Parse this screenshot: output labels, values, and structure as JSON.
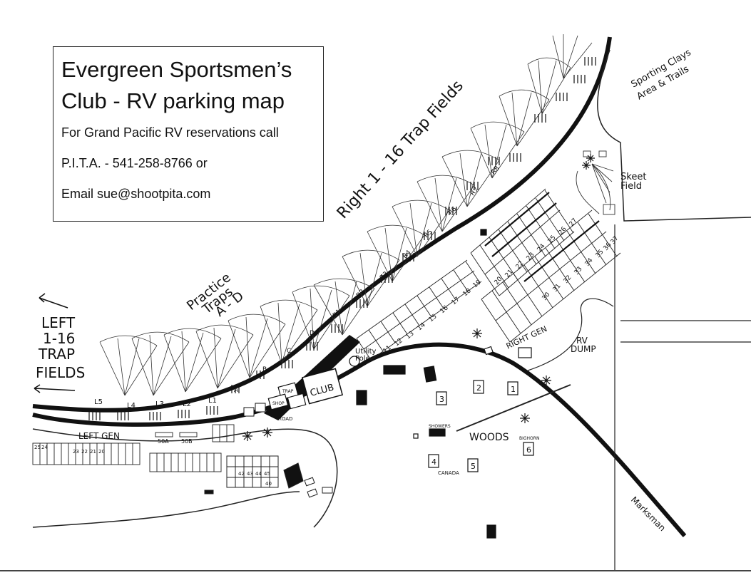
{
  "title": {
    "line1": "Evergreen Sportsmen’s",
    "line2": "Club - RV parking map",
    "info1": "For Grand Pacific RV reservations call",
    "info2": "P.I.T.A. - 541-258-8766 or",
    "info3": "Email sue@shootpita.com"
  },
  "labels": {
    "right_trap": "Right 1 - 16 Trap Fields",
    "practice1": "Practice",
    "practice2": "Traps",
    "practice3": "A - D",
    "left1": "LEFT",
    "left2": "1-16",
    "left3": "TRAP",
    "left4": "FIELDS",
    "sporting1": "Sporting Clays",
    "sporting2": "Area & Trails",
    "skeet1": "Skeet",
    "skeet2": "Field",
    "rv1": "RV",
    "rv2": "DUMP",
    "right_gen": "RIGHT GEN",
    "left_gen": "LEFT GEN",
    "utility1": "Utility",
    "utility2": "Pole",
    "club": "CLUB",
    "woods": "WOODS",
    "showers": "SHOWERS",
    "bighorn": "BIGHORN",
    "canada": "CANADA",
    "marksman": "Marksman",
    "slot50a": "50A",
    "slot50b": "50B",
    "shop": "SHOP",
    "trap_house": "TRAP",
    "road": "ROAD"
  },
  "trap_labels": [
    "R1",
    "R2",
    "R3",
    "R4",
    "R5",
    "R6",
    "R7",
    "R8"
  ],
  "practice_labels": [
    "A",
    "B",
    "C",
    "D"
  ],
  "left_labels": [
    "L5",
    "L4",
    "L3",
    "L2",
    "L1"
  ],
  "site_row_upper": [
    "20",
    "21",
    "22",
    "23",
    "24",
    "25",
    "26",
    "27"
  ],
  "site_row_lower": [
    "30",
    "31",
    "32",
    "33",
    "34",
    "35",
    "36",
    "37"
  ],
  "site_row_front": [
    "11",
    "12",
    "13",
    "14",
    "15",
    "16",
    "17",
    "18",
    "19"
  ],
  "numbered_sites": [
    "1",
    "2",
    "3",
    "4",
    "5",
    "6"
  ],
  "left_row": [
    "25",
    "24",
    "23",
    "22",
    "21",
    "20"
  ],
  "small_row": [
    "42",
    "43",
    "44",
    "45",
    "40"
  ]
}
